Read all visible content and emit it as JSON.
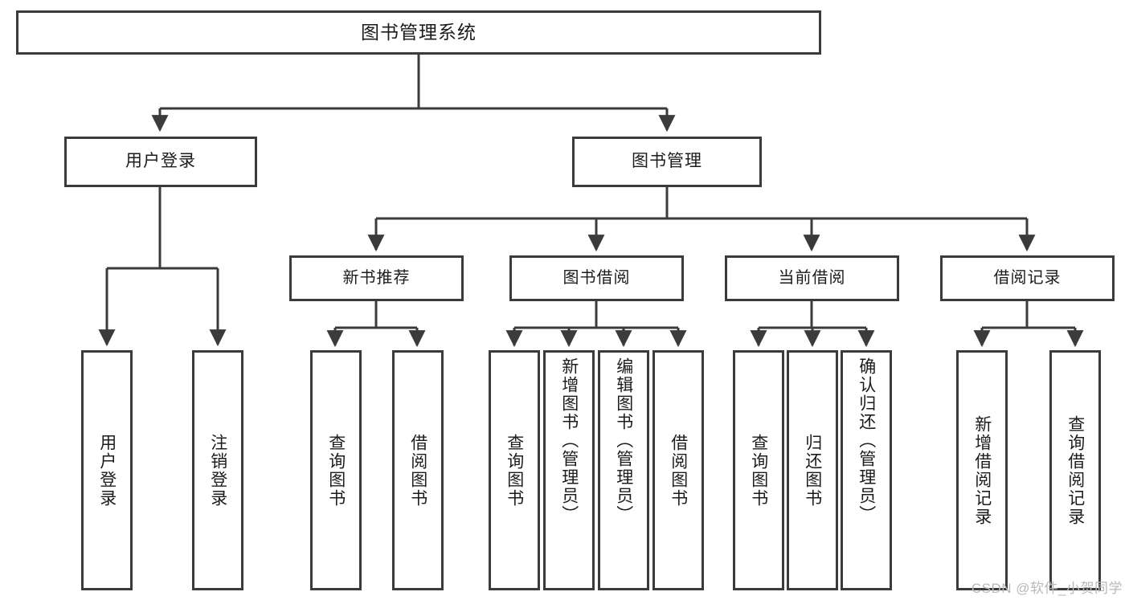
{
  "diagram": {
    "title": "图书管理系统",
    "type": "tree",
    "orientation": "top-down",
    "colors": {
      "background": "#ffffff",
      "box_border": "#3b3b3d",
      "box_fill": "#ffffff",
      "connector": "#3b3b3d",
      "text": "#1c1c1c",
      "watermark": "#b9b9b9"
    }
  },
  "root": {
    "label": "图书管理系统"
  },
  "level1": [
    {
      "label": "用户登录"
    },
    {
      "label": "图书管理"
    }
  ],
  "level2": [
    {
      "label": "新书推荐"
    },
    {
      "label": "图书借阅"
    },
    {
      "label": "当前借阅"
    },
    {
      "label": "借阅记录"
    }
  ],
  "leaves": {
    "user_login": [
      {
        "label": "用户登录"
      },
      {
        "label": "注销登录"
      }
    ],
    "new_book_recommend": [
      {
        "label": "查询图书"
      },
      {
        "label": "借阅图书"
      }
    ],
    "book_borrow": [
      {
        "label": "查询图书"
      },
      {
        "label": "新增图书（管理员）"
      },
      {
        "label": "编辑图书（管理员）"
      },
      {
        "label": "借阅图书"
      }
    ],
    "current_borrow": [
      {
        "label": "查询图书"
      },
      {
        "label": "归还图书"
      },
      {
        "label": "确认归还（管理员）"
      }
    ],
    "borrow_record": [
      {
        "label": "新增借阅记录"
      },
      {
        "label": "查询借阅记录"
      }
    ]
  },
  "watermark": {
    "text": "CSDN @软件_小贺同学"
  }
}
